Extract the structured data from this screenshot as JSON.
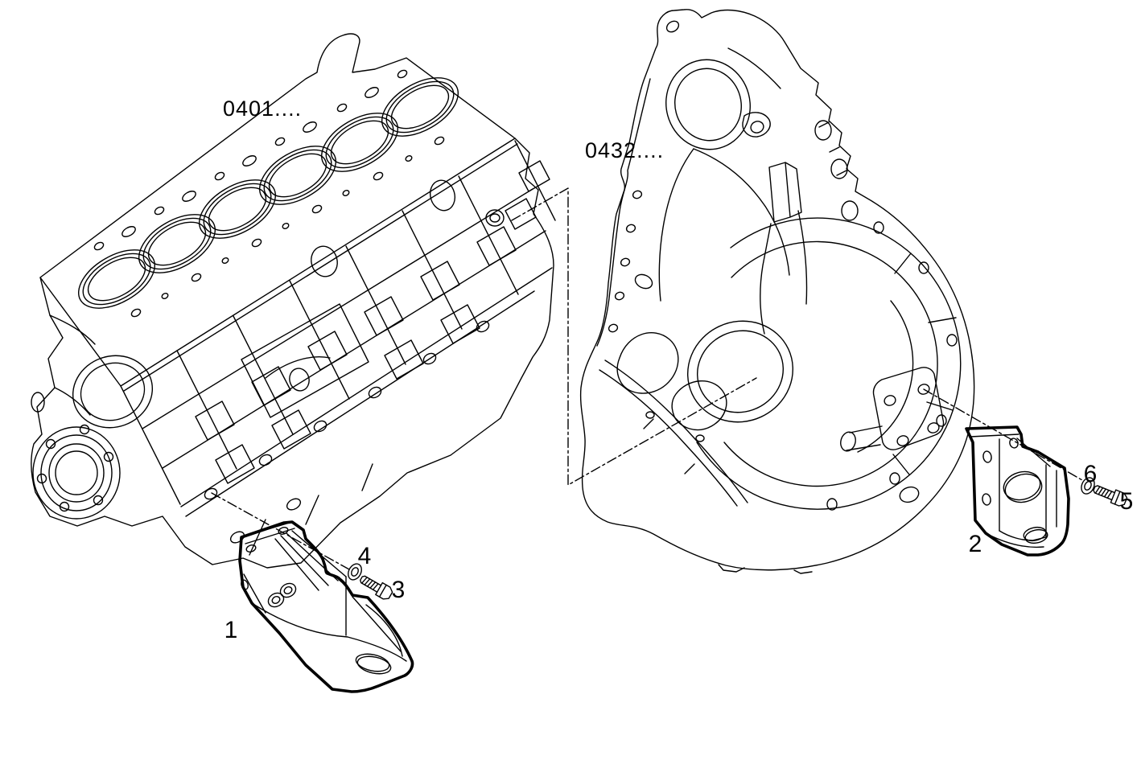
{
  "diagram": {
    "kind": "exploded-parts-diagram",
    "colors": {
      "background": "#ffffff",
      "line": "#000000"
    },
    "assembly_references": {
      "engine_block": "0401....",
      "flywheel_housing": "0432...."
    },
    "callouts": {
      "bracket_front": "1",
      "bracket_rear": "2",
      "bolt_front": "3",
      "washer_front": "4",
      "bolt_rear": "5",
      "washer_rear": "6"
    }
  }
}
